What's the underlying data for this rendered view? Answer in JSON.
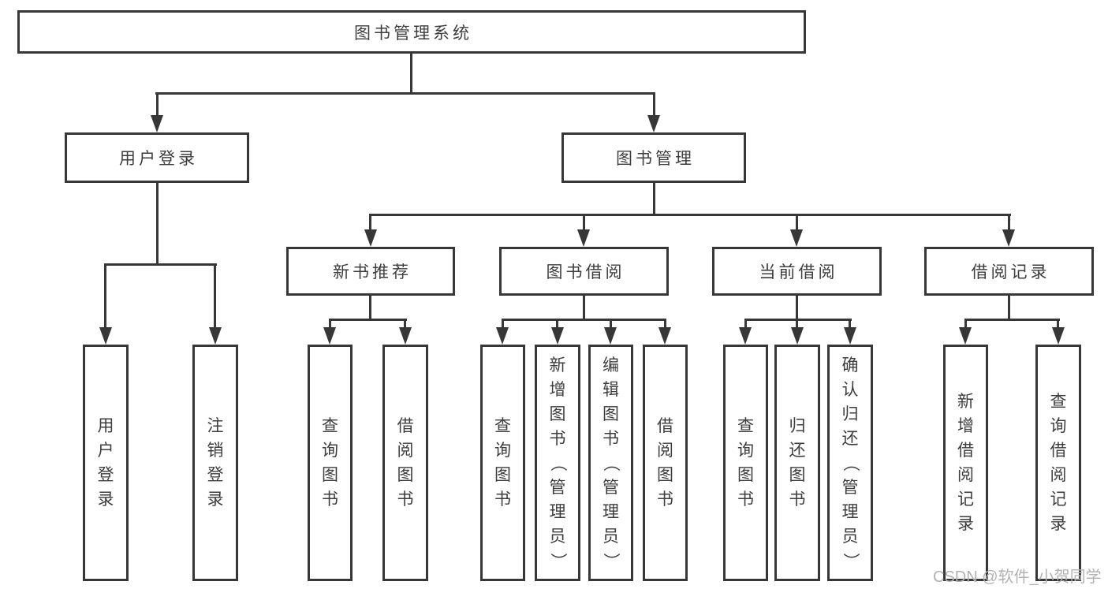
{
  "diagram": {
    "root": {
      "label": "图书管理系统"
    },
    "branches": [
      {
        "label": "用户登录"
      },
      {
        "label": "图书管理"
      }
    ],
    "modules": [
      {
        "label": "新书推荐"
      },
      {
        "label": "图书借阅"
      },
      {
        "label": "当前借阅"
      },
      {
        "label": "借阅记录"
      }
    ],
    "functions": [
      {
        "label": "用户登录"
      },
      {
        "label": "注销登录"
      },
      {
        "label": "查询图书"
      },
      {
        "label": "借阅图书"
      },
      {
        "label": "查询图书"
      },
      {
        "label": "新增图书（管理员）"
      },
      {
        "label": "编辑图书（管理员）"
      },
      {
        "label": "借阅图书"
      },
      {
        "label": "查询图书"
      },
      {
        "label": "归还图书"
      },
      {
        "label": "确认归还（管理员）"
      },
      {
        "label": "新增借阅记录"
      },
      {
        "label": "查询借阅记录"
      }
    ],
    "watermark": "CSDN @软件_小贺同学"
  },
  "colors": {
    "line": "#373737",
    "text": "#3d3d3d",
    "background": "#ffffff",
    "watermark": "#b2b2b2"
  }
}
